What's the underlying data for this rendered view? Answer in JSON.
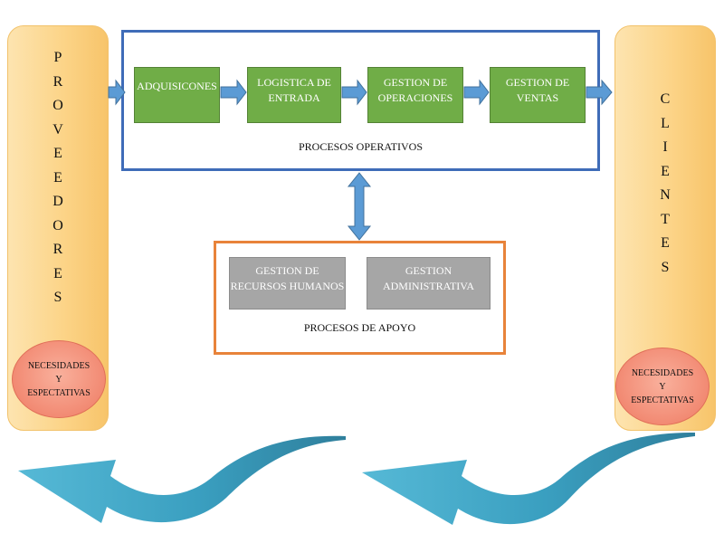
{
  "providers": {
    "letters": [
      "P",
      "R",
      "O",
      "V",
      "E",
      "E",
      "D",
      "O",
      "R",
      "E",
      "S"
    ],
    "needs_label": "NECESIDADES\nY\nESPECTATIVAS"
  },
  "clients": {
    "letters": [
      "C",
      "L",
      "I",
      "E",
      "N",
      "T",
      "E",
      "S"
    ],
    "needs_label": "NECESIDADES\nY\nESPECTATIVAS"
  },
  "operational": {
    "caption": "PROCESOS OPERATIVOS",
    "steps": [
      {
        "label": "ADQUISICONES"
      },
      {
        "label": "LOGISTICA DE\nENTRADA"
      },
      {
        "label": "GESTION DE\nOPERACIONES"
      },
      {
        "label": "GESTION DE\nVENTAS"
      }
    ]
  },
  "support": {
    "caption": "PROCESOS DE APOYO",
    "steps": [
      {
        "label": "GESTION DE\nRECURSOS HUMANOS"
      },
      {
        "label": "GESTION\nADMINISTRATIVA"
      }
    ]
  },
  "colors": {
    "operational_border": "#3f6cb8",
    "support_border": "#e8833a",
    "process_green": "#70ad47",
    "support_gray": "#a6a6a6",
    "arrow_blue": "#5b9bd5",
    "curved_arrow_teal": "#3aa6c4"
  }
}
